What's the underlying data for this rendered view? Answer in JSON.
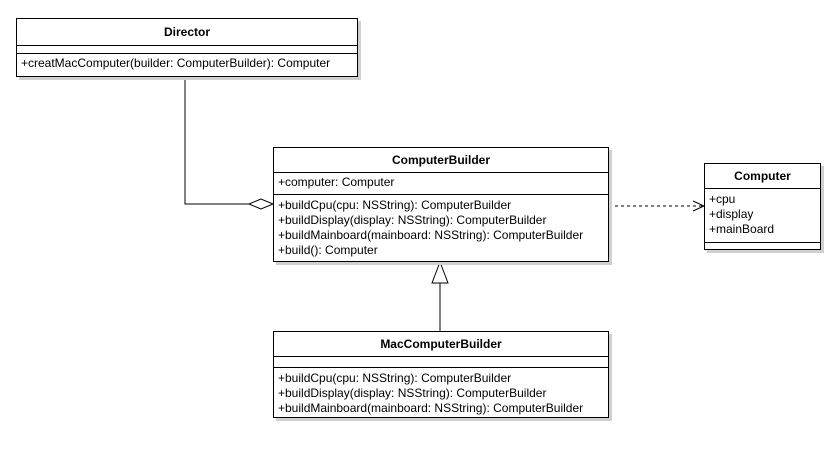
{
  "classes": {
    "director": {
      "name": "Director",
      "attributes": [],
      "methods": [
        "+creatMacComputer(builder: ComputerBuilder): Computer"
      ]
    },
    "computer_builder": {
      "name": "ComputerBuilder",
      "attributes": [
        "+computer: Computer"
      ],
      "methods": [
        "+buildCpu(cpu: NSString): ComputerBuilder",
        "+buildDisplay(display: NSString): ComputerBuilder",
        "+buildMainboard(mainboard: NSString): ComputerBuilder",
        "+build(): Computer"
      ]
    },
    "computer": {
      "name": "Computer",
      "attributes": [
        "+cpu",
        "+display",
        "+mainBoard"
      ],
      "methods": []
    },
    "mac_computer_builder": {
      "name": "MacComputerBuilder",
      "attributes": [],
      "methods": [
        "+buildCpu(cpu: NSString): ComputerBuilder",
        "+buildDisplay(display: NSString): ComputerBuilder",
        "+buildMainboard(mainboard: NSString): ComputerBuilder"
      ]
    }
  }
}
